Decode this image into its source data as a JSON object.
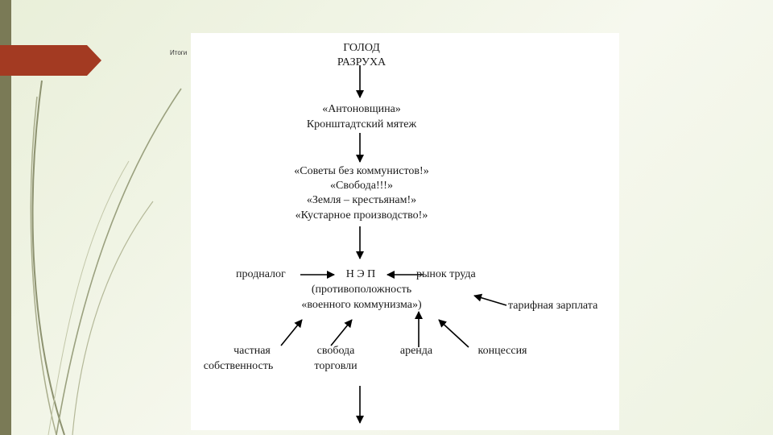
{
  "slide": {
    "label": "Итоги"
  },
  "diagram": {
    "top": [
      "ГОЛОД",
      "РАЗРУХА"
    ],
    "revolts": [
      "«Антоновщина»",
      "Кронштадтский мятеж"
    ],
    "slogans": [
      "«Советы без коммунистов!»",
      "«Свобода!!!»",
      "«Земля – крестьянам!»",
      "«Кустарное производство!»"
    ],
    "left_input": "продналог",
    "nep": "Н Э П",
    "right_input": "рынок труда",
    "nep_desc": [
      "(противоположность",
      "«военного коммунизма»)"
    ],
    "wage": "тарифная зарплата",
    "bottom": {
      "private_1": "частная",
      "private_2": "собственность",
      "trade_1": "свобода",
      "trade_2": "торговли",
      "lease": "аренда",
      "concession": "концессия"
    }
  },
  "colors": {
    "tab": "#a33a22",
    "bar": "#7a7a56",
    "line": "#000000"
  }
}
